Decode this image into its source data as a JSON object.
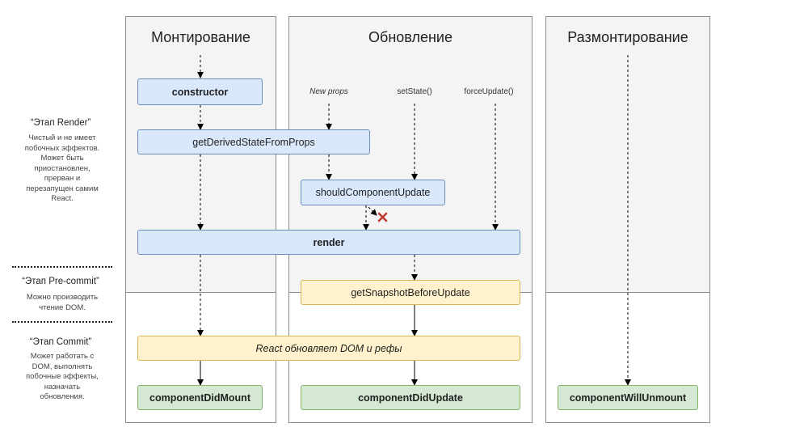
{
  "columns": {
    "mount": {
      "title": "Монтирование"
    },
    "update": {
      "title": "Обновление"
    },
    "unmount": {
      "title": "Размонтирование"
    }
  },
  "triggers": {
    "new_props": "New props",
    "set_state": "setState()",
    "force_update": "forceUpdate()"
  },
  "methods": {
    "constructor": "constructor",
    "get_derived_state": "getDerivedStateFromProps",
    "should_update": "shouldComponentUpdate",
    "render": "render",
    "get_snapshot": "getSnapshotBeforeUpdate",
    "react_updates_dom": "React обновляет DOM и рефы",
    "did_mount": "componentDidMount",
    "did_update": "componentDidUpdate",
    "will_unmount": "componentWillUnmount"
  },
  "phases": {
    "render": {
      "title": "“Этап Render”",
      "desc": "Чистый и не имеет побочных эффектов. Может быть приостановлен, прерван и перезапущен самим React."
    },
    "precommit": {
      "title": "“Этап Pre-commit”",
      "desc": "Можно производить чтение DOM."
    },
    "commit": {
      "title": "“Этап Commit”",
      "desc": "Может работать с DOM, выполнять побочные эффекты, назначать обновления."
    }
  },
  "colors": {
    "blue_fill": "#dae8fc",
    "blue_border": "#6c8ebf",
    "yellow_fill": "#fff2cc",
    "yellow_border": "#d6b656",
    "green_fill": "#d5e8d4",
    "green_border": "#82b366",
    "cancel_cross": "#c0392b"
  }
}
